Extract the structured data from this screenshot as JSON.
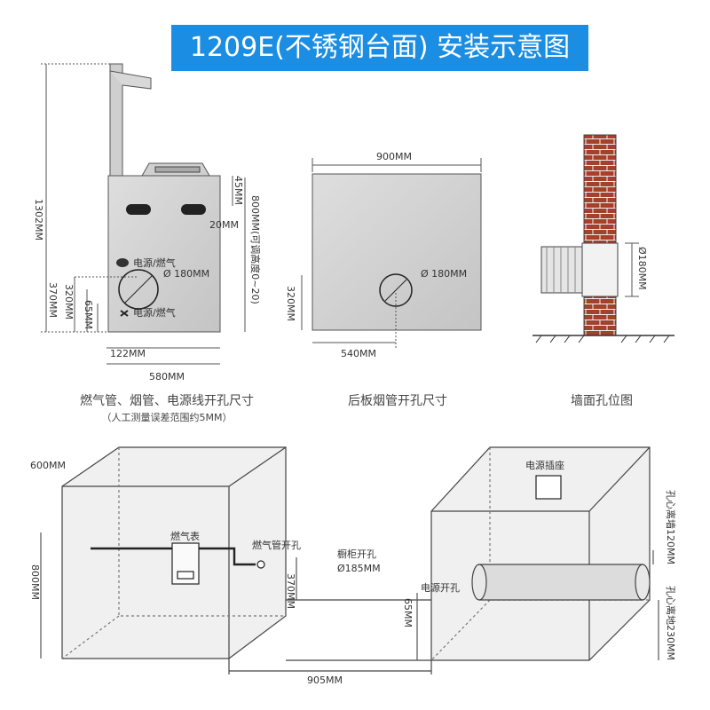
{
  "title": "1209E(不锈钢台面) 安装示意图",
  "panel1": {
    "caption": "燃气管、烟管、电源线开孔尺寸",
    "note": "（人工测量误差范围约5MM）",
    "dim_height_total": "1302MM",
    "dim_45": "45MM",
    "dim_20": "20MM",
    "dim_800_adjust": "800MM(可调高度0~20)",
    "dim_370": "370MM",
    "dim_320": "320MM",
    "dim_65": "65MM",
    "dim_122": "122MM",
    "dim_580": "580MM",
    "hole_180": "Ø 180MM",
    "label_power_gas_top": "电源/燃气",
    "label_power_gas_bottom": "电源/燃气"
  },
  "panel2": {
    "caption": "后板烟管开孔尺寸",
    "dim_900": "900MM",
    "dim_540": "540MM",
    "dim_320": "320MM",
    "hole_180": "Ø 180MM"
  },
  "panel3": {
    "caption": "墙面孔位图",
    "dim_180": "Ø180MM"
  },
  "panel4": {
    "dim_600": "600MM",
    "dim_800": "800MM",
    "dim_370": "370MM",
    "dim_65": "65MM",
    "dim_905": "905MM",
    "label_gas_meter": "燃气表",
    "label_gas_pipe_hole": "燃气管开孔",
    "label_cabinet_hole": "橱柜开孔",
    "label_cabinet_hole_size": "Ø185MM",
    "label_power_hole": "电源开孔",
    "label_power_socket": "电源插座",
    "label_hole_wall": "孔心离墙120MM",
    "label_hole_floor": "孔心离地230MM"
  }
}
